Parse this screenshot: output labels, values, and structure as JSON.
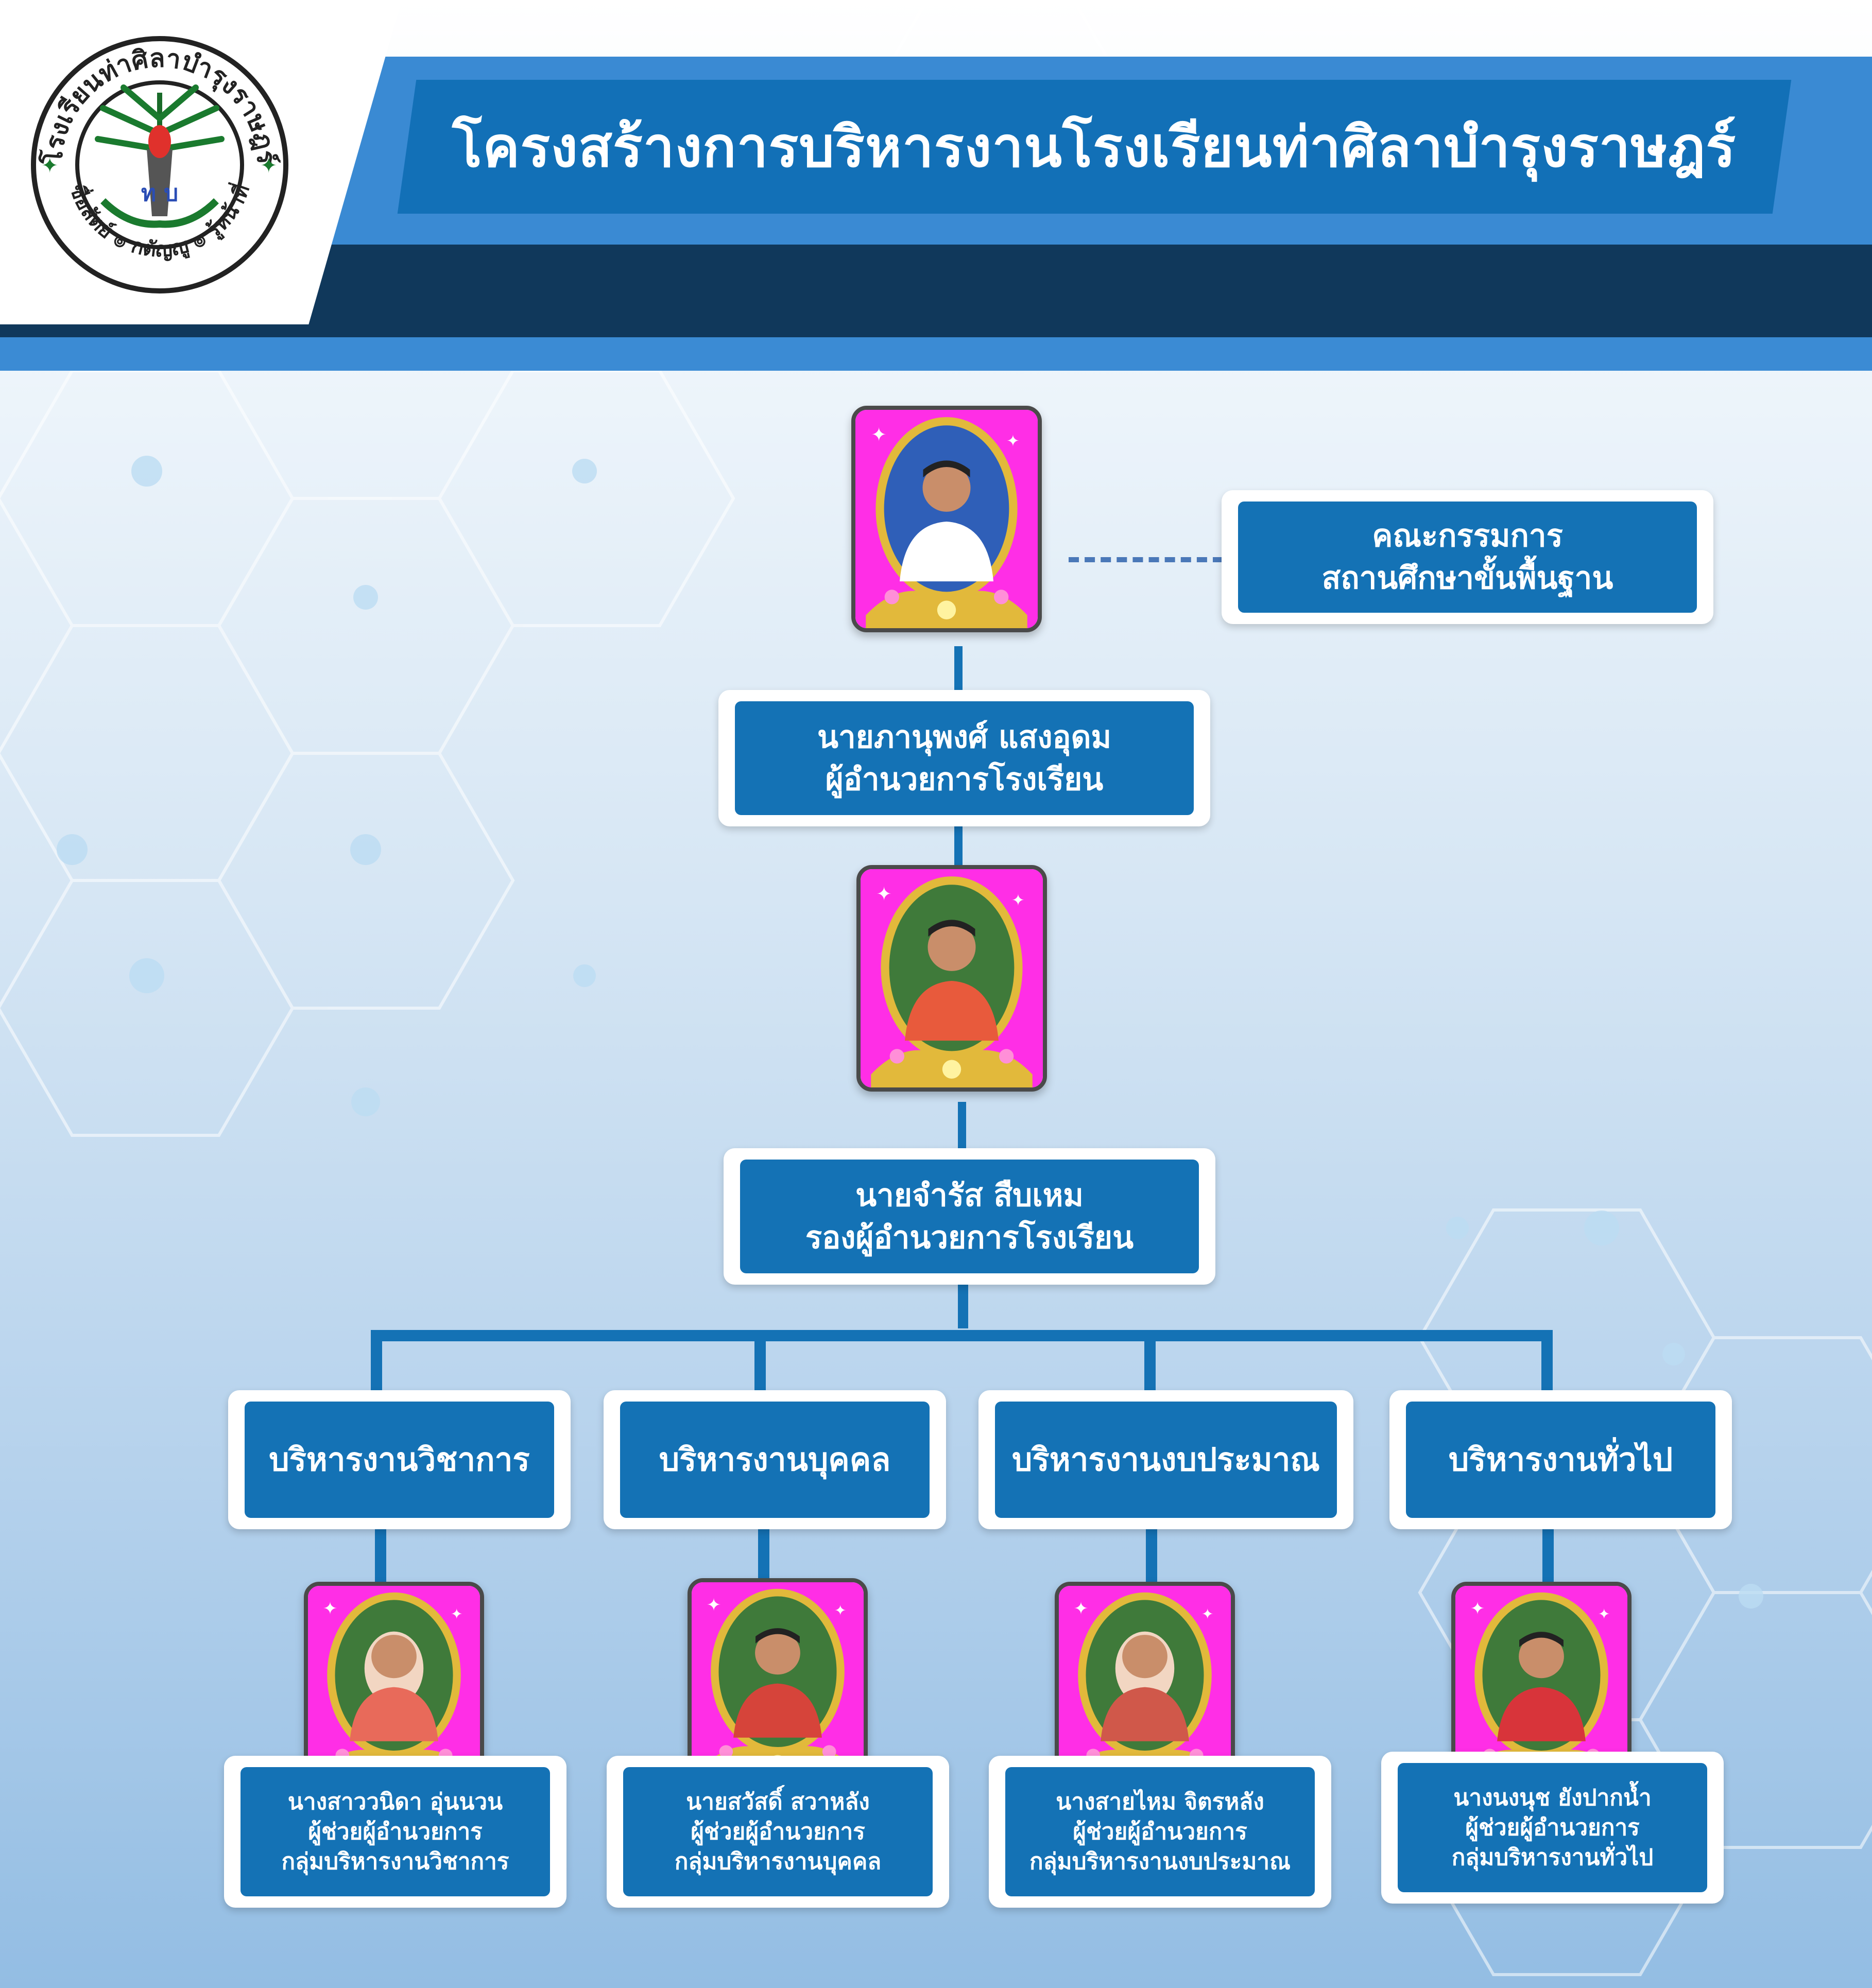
{
  "header": {
    "title": "โครงสร้างการบริหารงานโรงเรียนท่าศิลาบำรุงราษฎร์",
    "logo": {
      "ring_text_top": "โรงเรียนท่าศิลาบำรุงราษฎร์",
      "ring_text_bottom": "ซื่อสัตย์ ๏ กตัญญู ๏ รู้หน้าที่",
      "initials": "ท บ",
      "icon": "torch-emblem-icon"
    }
  },
  "committee": {
    "line1": "คณะกรรมการ",
    "line2": "สถานศึกษาขั้นพื้นฐาน"
  },
  "director": {
    "name": "นายภานุพงศ์   แสงอุดม",
    "role": "ผู้อำนวยการโรงเรียน",
    "photo_icon": "portrait-photo-icon"
  },
  "deputy": {
    "name": "นายจำรัส   สืบเหม",
    "role": "รองผู้อำนวยการโรงเรียน",
    "photo_icon": "portrait-photo-icon"
  },
  "departments": [
    {
      "label": "บริหารงานวิชาการ",
      "person_name": "นางสาววนิดา   อุ่นนวน",
      "person_role": "ผู้ช่วยผู้อำนวยการ",
      "person_group": "กลุ่มบริหารงานวิชาการ"
    },
    {
      "label": "บริหารงานบุคคล",
      "person_name": "นายสวัสดิ์   สวาหลัง",
      "person_role": "ผู้ช่วยผู้อำนวยการ",
      "person_group": "กลุ่มบริหารงานบุคคล"
    },
    {
      "label": "บริหารงานงบประมาณ",
      "person_name": "นางสายไหม   จิตรหลัง",
      "person_role": "ผู้ช่วยผู้อำนวยการ",
      "person_group": "กลุ่มบริหารงานงบประมาณ"
    },
    {
      "label": "บริหารงานทั่วไป",
      "person_name": "นางนงนุช   ยังปากน้ำ",
      "person_role": "ผู้ช่วยผู้อำนวยการ",
      "person_group": "กลุ่มบริหารงานทั่วไป"
    }
  ],
  "colors": {
    "box_blue": "#1472b5",
    "header_dark": "#10385b",
    "header_blue": "#3a8ad3",
    "photo_bg_magenta": "#ff2ee6",
    "frame_gold": "#e2b93b"
  }
}
